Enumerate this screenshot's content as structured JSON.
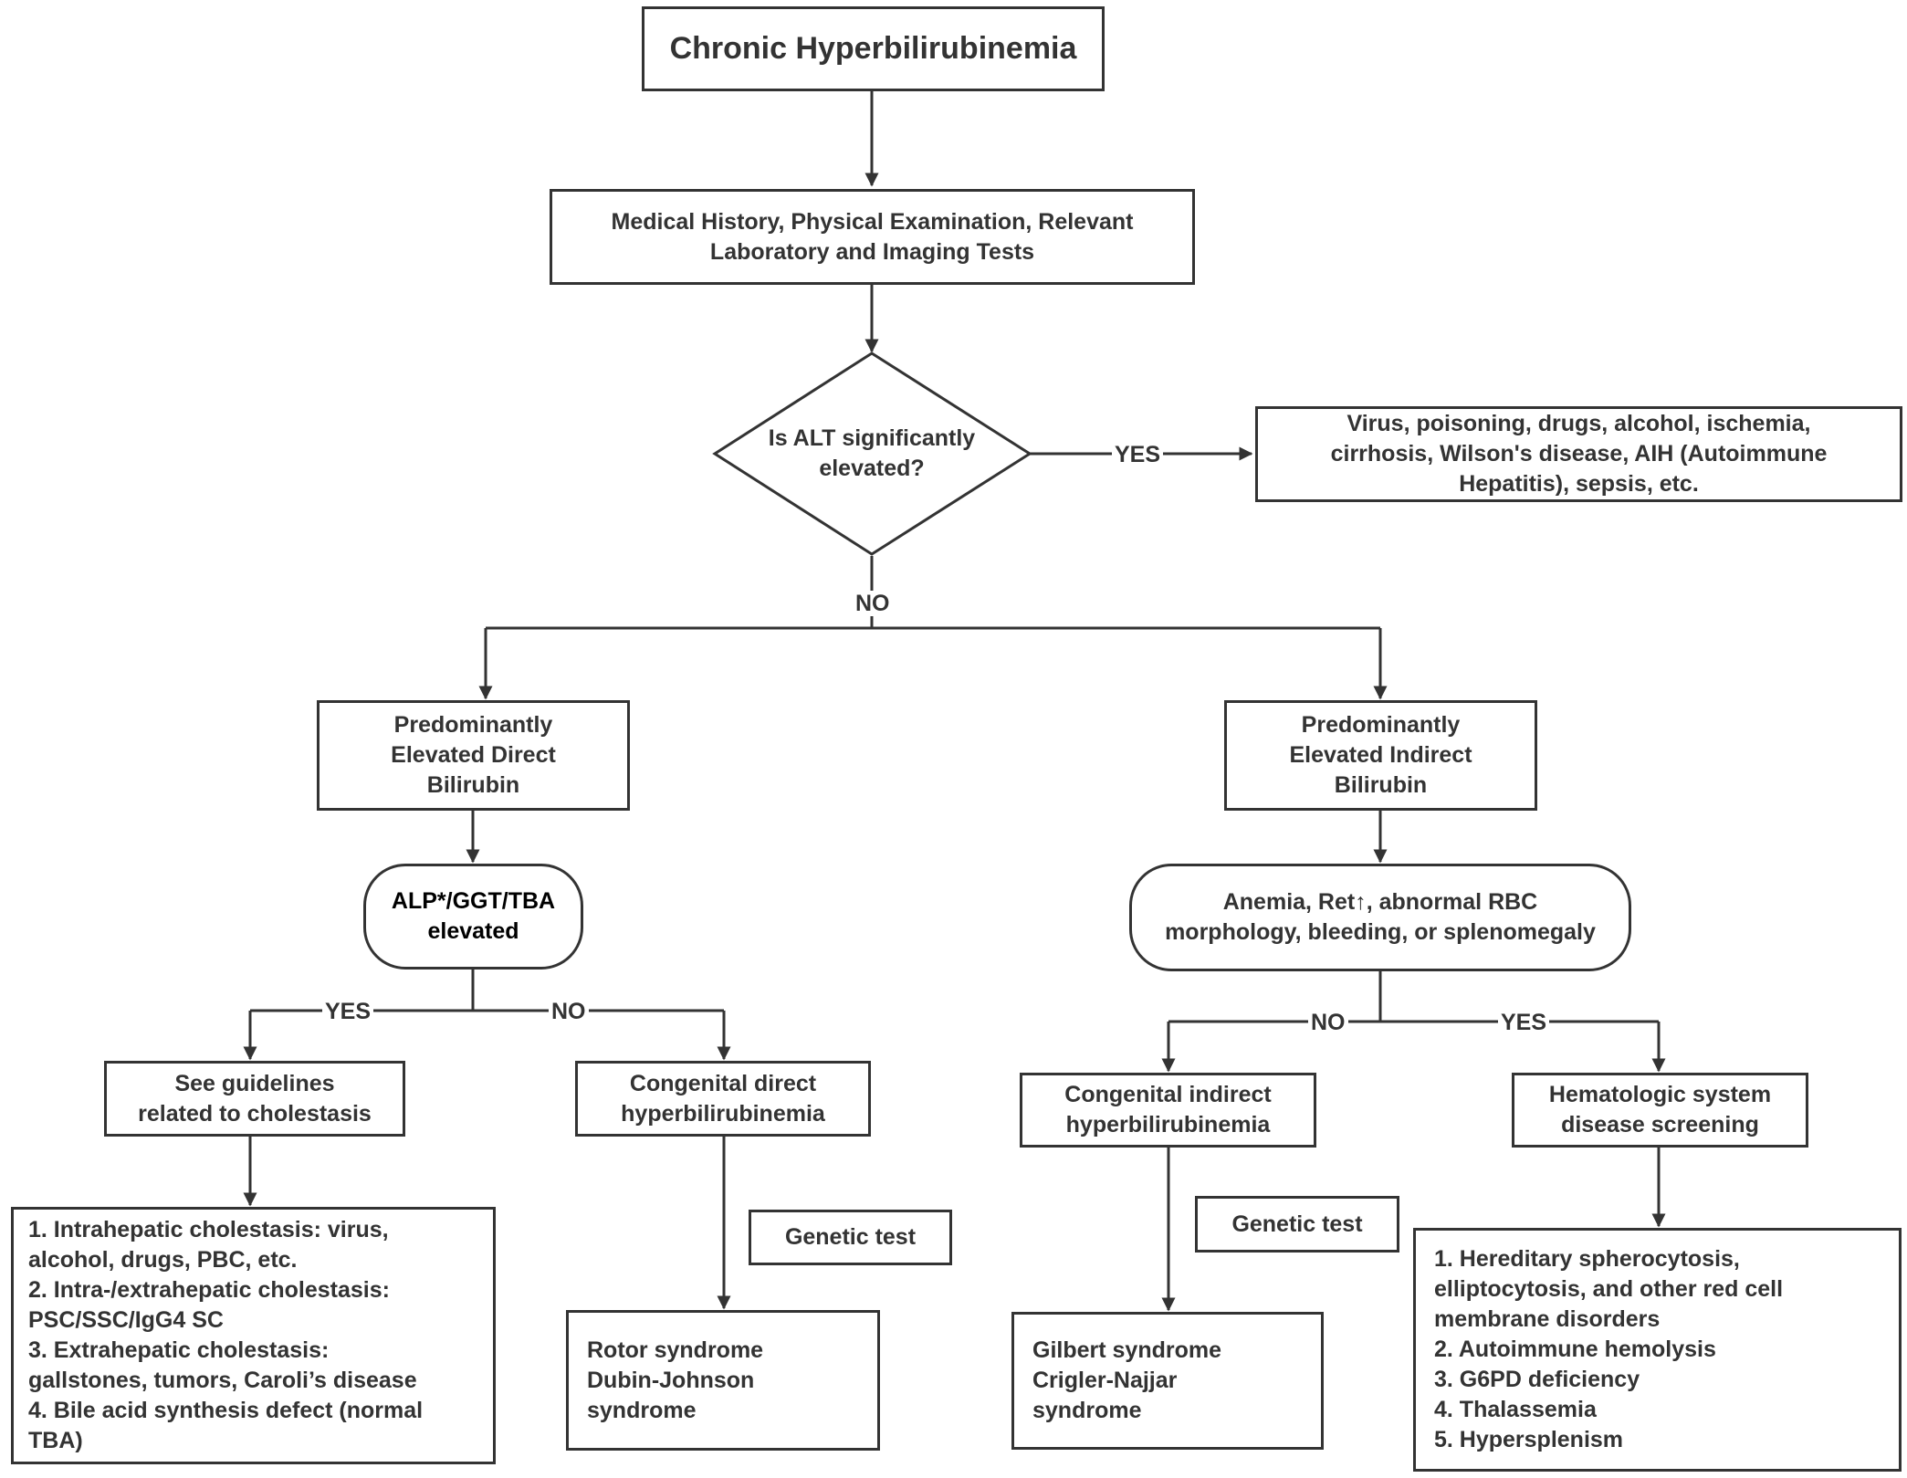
{
  "title": "Chronic Hyperbilirubinemia",
  "history": [
    "Medical History, Physical Examination, Relevant",
    "Laboratory and Imaging Tests"
  ],
  "alt_question": [
    "Is ALT significantly",
    "elevated?"
  ],
  "alt_yes_causes": [
    "Virus, poisoning, drugs, alcohol, ischemia,",
    "cirrhosis, Wilson's disease, AIH (Autoimmune",
    "Hepatitis), sepsis, etc."
  ],
  "direct": [
    "Predominantly",
    "Elevated Direct",
    "Bilirubin"
  ],
  "indirect": [
    "Predominantly",
    "Elevated Indirect",
    "Bilirubin"
  ],
  "alp_test": [
    "ALP*/GGT/TBA",
    "elevated"
  ],
  "anemia_test": [
    "Anemia, Ret↑, abnormal RBC",
    "morphology, bleeding, or splenomegaly"
  ],
  "cholestasis_guidelines": [
    "See guidelines",
    "related to cholestasis"
  ],
  "congenital_direct": [
    "Congenital direct",
    "hyperbilirubinemia"
  ],
  "congenital_indirect": [
    "Congenital indirect",
    "hyperbilirubinemia"
  ],
  "hematologic": [
    "Hematologic system",
    "disease screening"
  ],
  "cholestasis_list": [
    "1. Intrahepatic cholestasis: virus,",
    "alcohol, drugs, PBC, etc.",
    "2. Intra-/extrahepatic cholestasis:",
    "PSC/SSC/IgG4 SC",
    "3. Extrahepatic cholestasis:",
    "gallstones, tumors, Caroli’s disease",
    "4. Bile acid synthesis defect (normal",
    "TBA)"
  ],
  "genetic_test_1": "Genetic test",
  "genetic_test_2": "Genetic test",
  "direct_syndromes": [
    "Rotor syndrome",
    "Dubin-Johnson",
    "syndrome"
  ],
  "indirect_syndromes": [
    "Gilbert syndrome",
    "Crigler-Najjar",
    "syndrome"
  ],
  "hematologic_list": [
    "1. Hereditary spherocytosis,",
    "elliptocytosis, and other red cell",
    "membrane disorders",
    "2. Autoimmune hemolysis",
    "3. G6PD deficiency",
    "4. Thalassemia",
    "5. Hypersplenism"
  ],
  "labels": {
    "alt_yes": "YES",
    "alt_no": "NO",
    "alp_yes": "YES",
    "alp_no": "NO",
    "anemia_no": "NO",
    "anemia_yes": "YES"
  }
}
